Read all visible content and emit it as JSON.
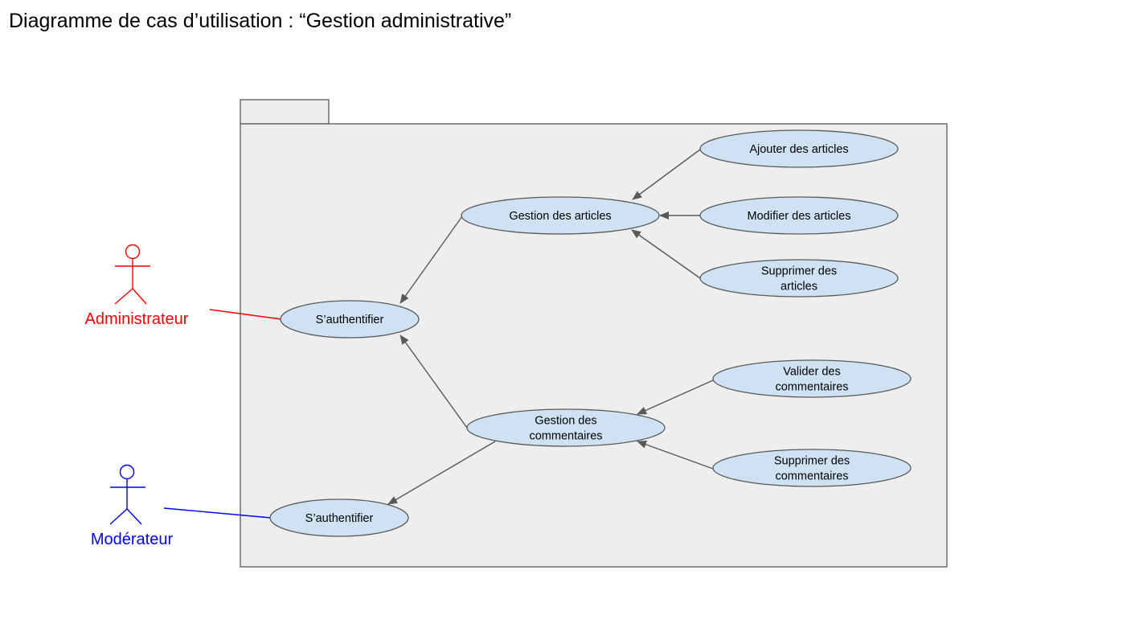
{
  "title": "Diagramme de cas d’utilisation : “Gestion administrative”",
  "colors": {
    "admin": "#ff0000",
    "moderator": "#0000ff",
    "usecase_fill": "#cfe2f3",
    "usecase_stroke": "#595959",
    "package_fill": "#eeeeee",
    "package_stroke": "#595959",
    "arrow": "#595959"
  },
  "actors": {
    "admin": {
      "label": "Administrateur",
      "icon": "stick-figure"
    },
    "moderator": {
      "label": "Modérateur",
      "icon": "stick-figure"
    }
  },
  "usecases": {
    "auth_admin": {
      "lines": [
        "S’authentifier"
      ]
    },
    "auth_moderator": {
      "lines": [
        "S’authentifier"
      ]
    },
    "gestion_articles": {
      "lines": [
        "Gestion des articles"
      ]
    },
    "gestion_commentaires": {
      "lines": [
        "Gestion des",
        "commentaires"
      ]
    },
    "ajouter_articles": {
      "lines": [
        "Ajouter des articles"
      ]
    },
    "modifier_articles": {
      "lines": [
        "Modifier des articles"
      ]
    },
    "supprimer_articles": {
      "lines": [
        "Supprimer des",
        "articles"
      ]
    },
    "valider_commentaires": {
      "lines": [
        "Valider des",
        "commentaires"
      ]
    },
    "supprimer_commentaires": {
      "lines": [
        "Supprimer des",
        "commentaires"
      ]
    }
  },
  "associations": [
    {
      "from": "admin",
      "to": "auth_admin"
    },
    {
      "from": "moderator",
      "to": "auth_moderator"
    }
  ],
  "relations": [
    {
      "from": "gestion_articles",
      "to": "auth_admin"
    },
    {
      "from": "gestion_commentaires",
      "to": "auth_admin"
    },
    {
      "from": "gestion_commentaires",
      "to": "auth_moderator"
    },
    {
      "from": "ajouter_articles",
      "to": "gestion_articles"
    },
    {
      "from": "modifier_articles",
      "to": "gestion_articles"
    },
    {
      "from": "supprimer_articles",
      "to": "gestion_articles"
    },
    {
      "from": "valider_commentaires",
      "to": "gestion_commentaires"
    },
    {
      "from": "supprimer_commentaires",
      "to": "gestion_commentaires"
    }
  ]
}
